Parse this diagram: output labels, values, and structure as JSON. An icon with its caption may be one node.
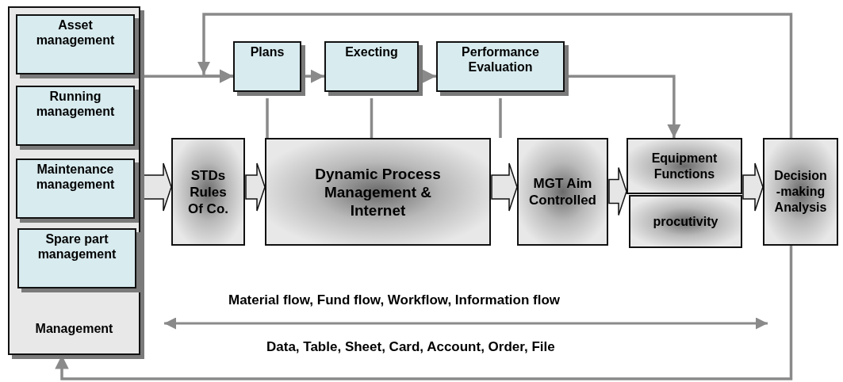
{
  "diagram": {
    "nodes": [
      {
        "text": [
          "Management"
        ]
      },
      {
        "text": [
          "Asset management"
        ],
        "in": 0
      },
      {
        "text": [
          "Running management"
        ],
        "in": 0
      },
      {
        "text": [
          "Maintenance management"
        ],
        "in": 0
      },
      {
        "text": [
          "Spare part management"
        ],
        "in": 0
      },
      {
        "text": [
          "Plans"
        ]
      },
      {
        "text": [
          "Execting"
        ]
      },
      {
        "text": [
          "Performance Evaluation"
        ]
      },
      {
        "text": [
          "STDs Rules Of Co."
        ]
      },
      {
        "text": [
          "Dynamic Process Management & Internet"
        ]
      },
      {
        "text": [
          "MGT Aim Controlled"
        ]
      },
      {
        "text": [
          "Equipment Functions"
        ]
      },
      {
        "text": [
          "procutivity"
        ]
      },
      {
        "text": [
          "Decision -making Analysis"
        ]
      }
    ],
    "edges": [
      {
        "from": 0,
        "to": 5,
        "arrow": "to"
      },
      {
        "from": 13,
        "to": 5,
        "arrow": "to"
      },
      {
        "from": 5,
        "to": 6,
        "arrow": "to"
      },
      {
        "from": 6,
        "to": 7,
        "arrow": "to"
      },
      {
        "from": 7,
        "to": 11,
        "arrow": "to"
      },
      {
        "from": 5,
        "to": 9,
        "arrow": "none"
      },
      {
        "from": 6,
        "to": 9,
        "arrow": "none"
      },
      {
        "from": 7,
        "to": 9,
        "arrow": "none"
      },
      {
        "from": 0,
        "to": 8,
        "arrow": "to",
        "style": "thick"
      },
      {
        "from": 8,
        "to": 9,
        "arrow": "to",
        "style": "thick"
      },
      {
        "from": 9,
        "to": 10,
        "arrow": "to",
        "style": "thick"
      },
      {
        "from": 10,
        "to": 11,
        "arrow": "to",
        "style": "thick"
      },
      {
        "from": 11,
        "to": 13,
        "arrow": "to",
        "style": "thick"
      },
      {
        "from": 13,
        "to": 0,
        "arrow": "to"
      }
    ],
    "labels": [
      "Material flow, Fund flow, Workflow, Information flow",
      "Data, Table, Sheet, Card, Account, Order, File"
    ]
  }
}
